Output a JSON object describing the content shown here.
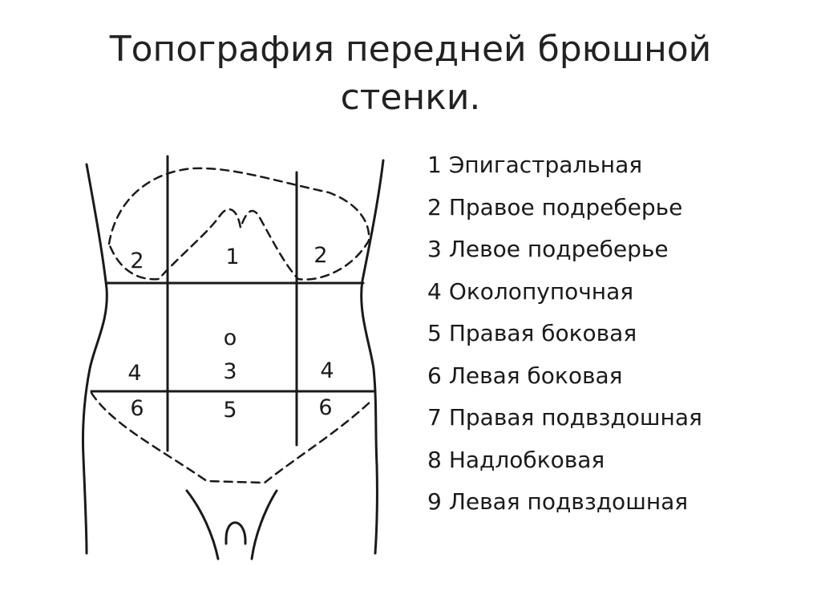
{
  "title": {
    "line1": "Топография передней брюшной",
    "line2": "стенки."
  },
  "diagram": {
    "region_labels": {
      "upper_left": "2",
      "upper_center": "1",
      "upper_right": "2",
      "navel": "о",
      "middle_left": "4",
      "middle_center": "3",
      "middle_right": "4",
      "lower_left": "6",
      "lower_center": "5",
      "lower_right": "6"
    }
  },
  "legend": [
    {
      "number": "1",
      "label": "Эпигастральная"
    },
    {
      "number": "2",
      "label": "Правое подреберье"
    },
    {
      "number": "3",
      "label": "Левое подреберье"
    },
    {
      "number": "4",
      "label": "Околопупочная"
    },
    {
      "number": "5",
      "label": "Правая боковая"
    },
    {
      "number": "6",
      "label": "Левая боковая"
    },
    {
      "number": "7",
      "label": "Правая подвздошная"
    },
    {
      "number": "8",
      "label": "Надлобковая"
    },
    {
      "number": "9",
      "label": "Левая подвздошная"
    }
  ]
}
